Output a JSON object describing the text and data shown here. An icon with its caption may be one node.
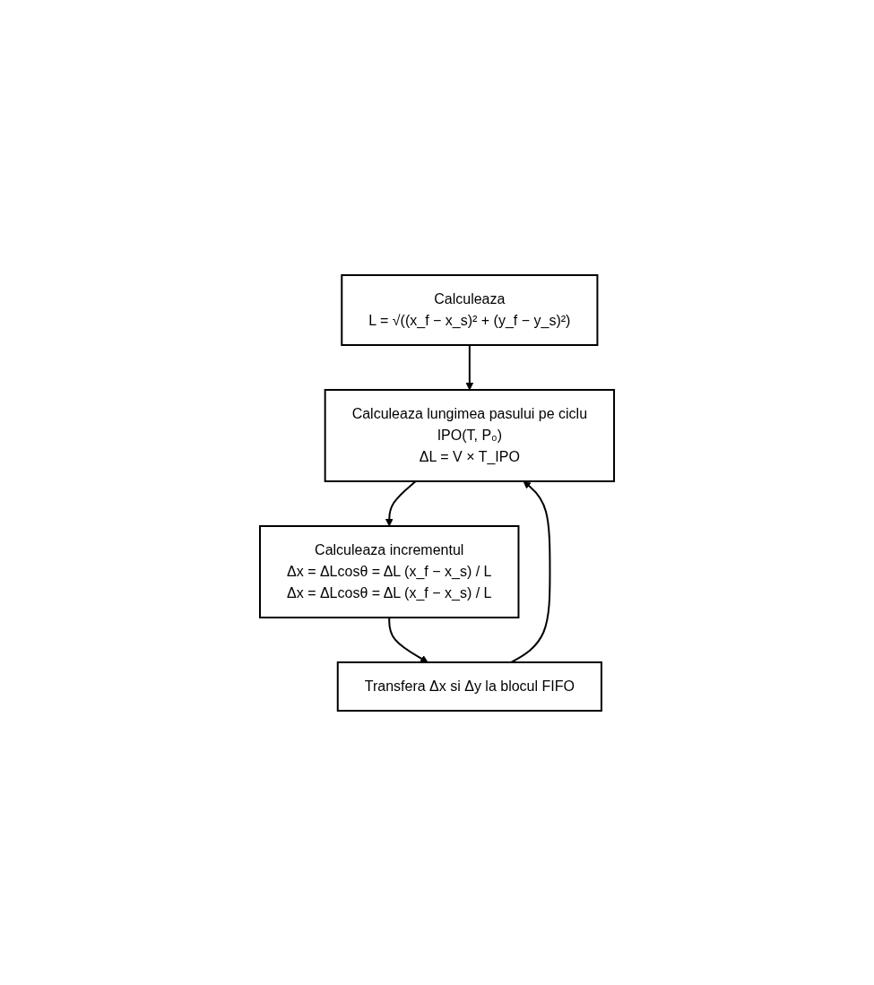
{
  "diagram": {
    "nodes": [
      {
        "text": [
          "Calculeaza",
          "L = √((x_f − x_s)² + (y_f − y_s)²)"
        ]
      },
      {
        "text": [
          "Calculeaza lungimea pasului pe ciclu",
          "IPO(T, P₀)",
          "ΔL = V × T_IPO"
        ]
      },
      {
        "text": [
          "Calculeaza incrementul",
          "Δx = ΔLcosθ = ΔL (x_f − x_s) / L",
          "Δx = ΔLcosθ = ΔL (x_f − x_s) / L"
        ]
      },
      {
        "text": [
          "Transfera Δx si Δy la blocul FIFO"
        ]
      }
    ],
    "edges": [
      {
        "from": 0,
        "to": 1,
        "arrow": "to"
      },
      {
        "from": 1,
        "to": 2,
        "arrow": "to"
      },
      {
        "from": 2,
        "to": 3,
        "arrow": "to"
      },
      {
        "from": 3,
        "to": 1,
        "arrow": "to"
      }
    ]
  }
}
